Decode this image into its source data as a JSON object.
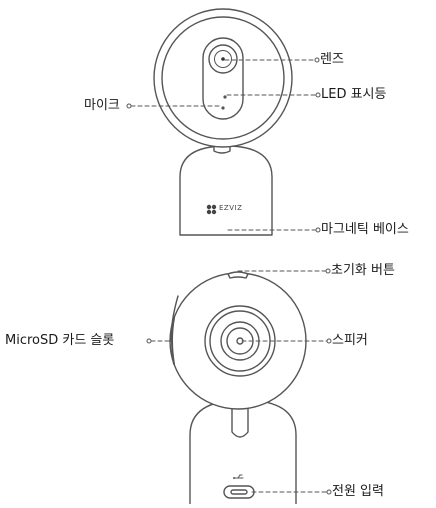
{
  "labels": {
    "lens": "렌즈",
    "led": "LED 표시등",
    "mic": "마이크",
    "magnetic_base": "마그네틱 베이스",
    "reset": "초기화 버튼",
    "microsd": "MicroSD 카드 슬롯",
    "speaker": "스피커",
    "power": "전원 입력"
  },
  "brand": "EZVIZ",
  "colors": {
    "line": "#555555",
    "body": "#ffffff",
    "lens_dark": "#333333"
  }
}
